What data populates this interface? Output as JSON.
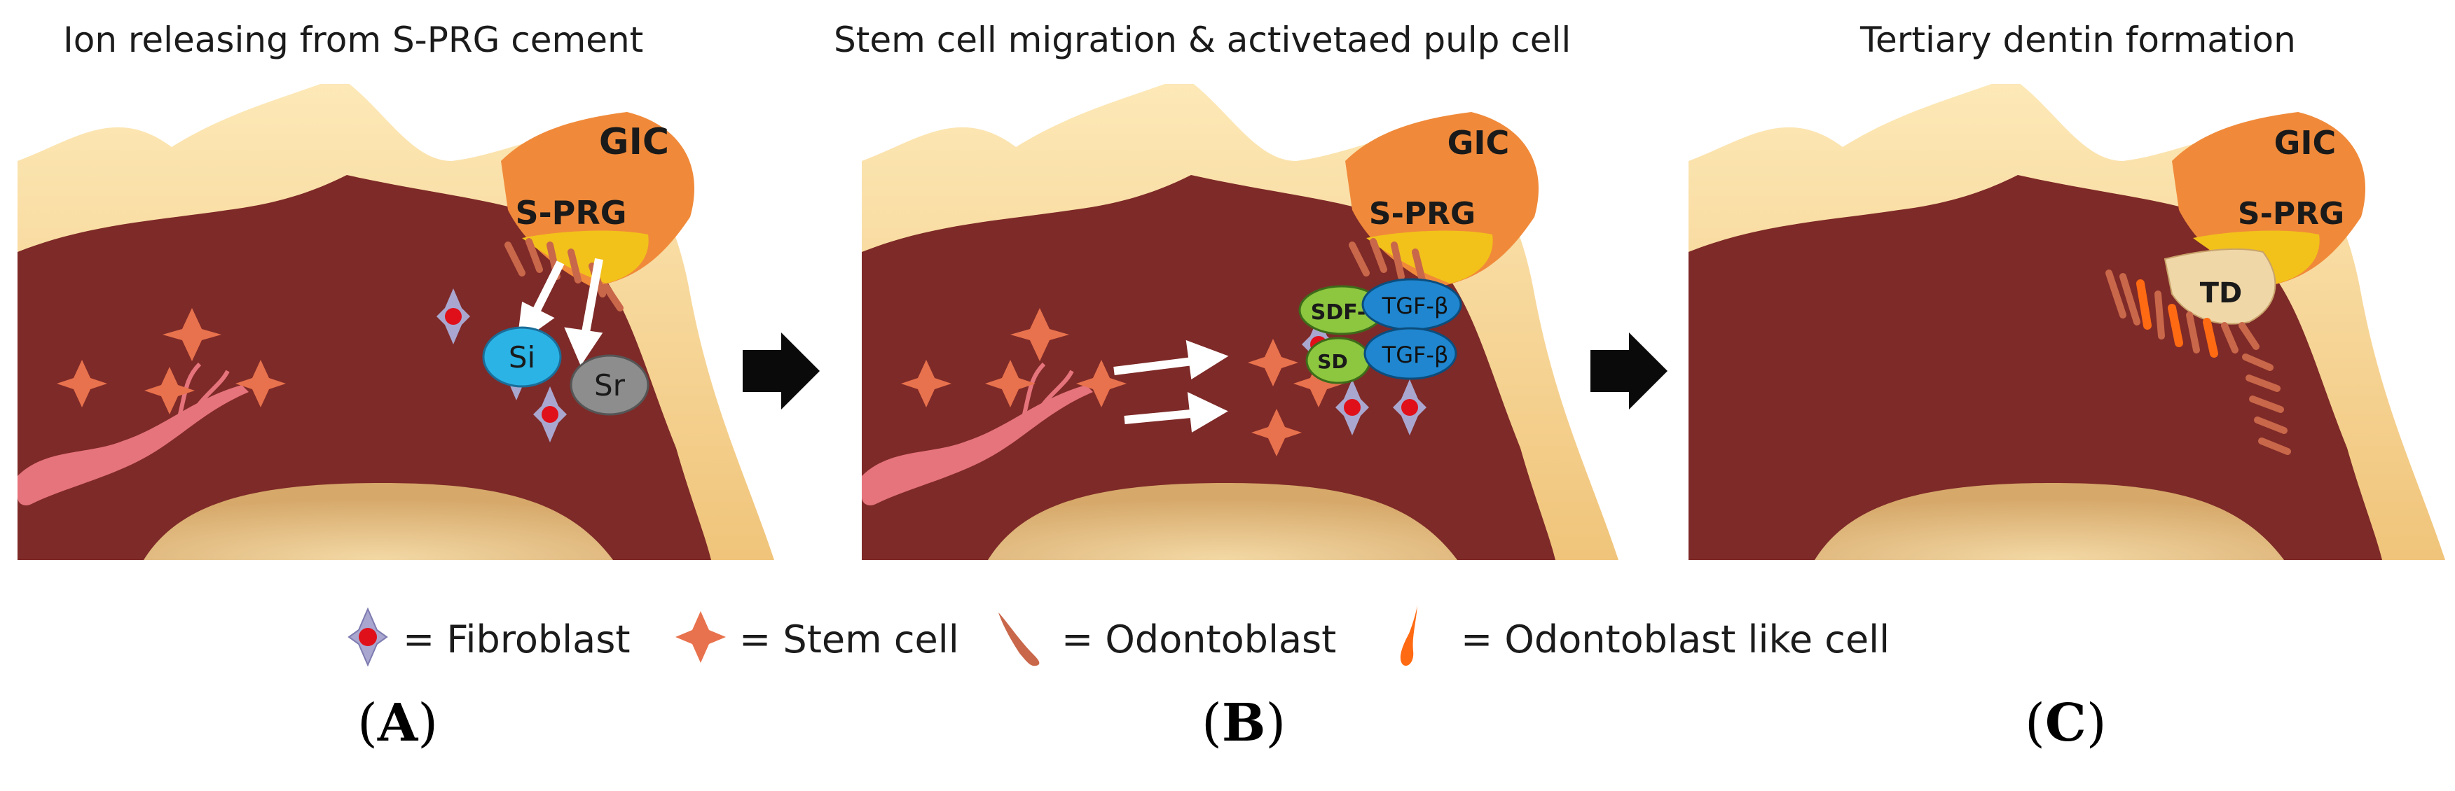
{
  "panels": [
    {
      "title": "Ion releasing from S-PRG cement",
      "label_open": "(",
      "label_letter": "A",
      "label_close": ")",
      "material_gic": "GIC",
      "material_sprg": "S-PRG",
      "ion_si": "Si",
      "ion_sr": "Sr"
    },
    {
      "title": "Stem cell migration & activetaed pulp cell",
      "label_open": "(",
      "label_letter": "B",
      "label_close": ")",
      "material_gic": "GIC",
      "material_sprg": "S-PRG",
      "factor_sdf_1": "SDF-",
      "factor_sdf_2": "SD",
      "factor_tgf": "TGF-β"
    },
    {
      "title": "Tertiary dentin formation",
      "label_open": "(",
      "label_letter": "C",
      "label_close": ")",
      "material_gic": "GIC",
      "material_sprg": "S-PRG",
      "td": "TD"
    }
  ],
  "legend": {
    "fibroblast": "= Fibroblast",
    "stem_cell": "= Stem cell",
    "odontoblast": "= Odontoblast",
    "odontoblast_like": "= Odontoblast like cell"
  },
  "colors": {
    "enamel": "#f6dc9a",
    "dentin": "#f0c47a",
    "pulp": "#7e2a28",
    "gic": "#f08a3a",
    "sprg": "#f2c21a",
    "si": "#2bb3e6",
    "sr": "#8d8d8d",
    "sdf": "#8dc63f",
    "tgf": "#1f86cf",
    "stem_cell": "#e8724d",
    "fibroblast_body": "#a9a7cf",
    "fibroblast_nucleus": "#e0101a"
  }
}
